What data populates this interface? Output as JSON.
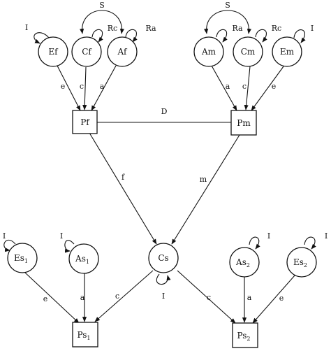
{
  "diagram": {
    "latent": {
      "Ef": "Ef",
      "Cf": "Cf",
      "Af": "Af",
      "Am": "Am",
      "Cm": "Cm",
      "Em": "Em",
      "Es1": {
        "base": "Es",
        "sub": "1"
      },
      "As1": {
        "base": "As",
        "sub": "1"
      },
      "Cs": "Cs",
      "As2": {
        "base": "As",
        "sub": "2"
      },
      "Es2": {
        "base": "Es",
        "sub": "2"
      }
    },
    "observed": {
      "Pf": "Pf",
      "Pm": "Pm",
      "Ps1": {
        "base": "Ps",
        "sub": "1"
      },
      "Ps2": {
        "base": "Ps",
        "sub": "2"
      }
    },
    "paths": {
      "Ef_Pf": "e",
      "Cf_Pf": "c",
      "Af_Pf": "a",
      "Am_Pm": "a",
      "Cm_Pm": "c",
      "Em_Pm": "e",
      "Pf_Pm": "D",
      "Pf_Cs": "f",
      "Pm_Cs": "m",
      "Es1_Ps1": "e",
      "As1_Ps1": "a",
      "Cs_Ps1": "c",
      "Cs_Ps2": "c",
      "As2_Ps2": "a",
      "Es2_Ps2": "e"
    },
    "loops": {
      "Ef": "I",
      "Cf": "Rc",
      "Af": "Ra",
      "Am": "Ra",
      "Cm": "Rc",
      "Em": "I",
      "Es1": "I",
      "As1": "I",
      "Cs": "I",
      "As2": "I",
      "Es2": "I"
    },
    "covariances": {
      "Cf_Af": "S",
      "Am_Cm": "S"
    }
  }
}
